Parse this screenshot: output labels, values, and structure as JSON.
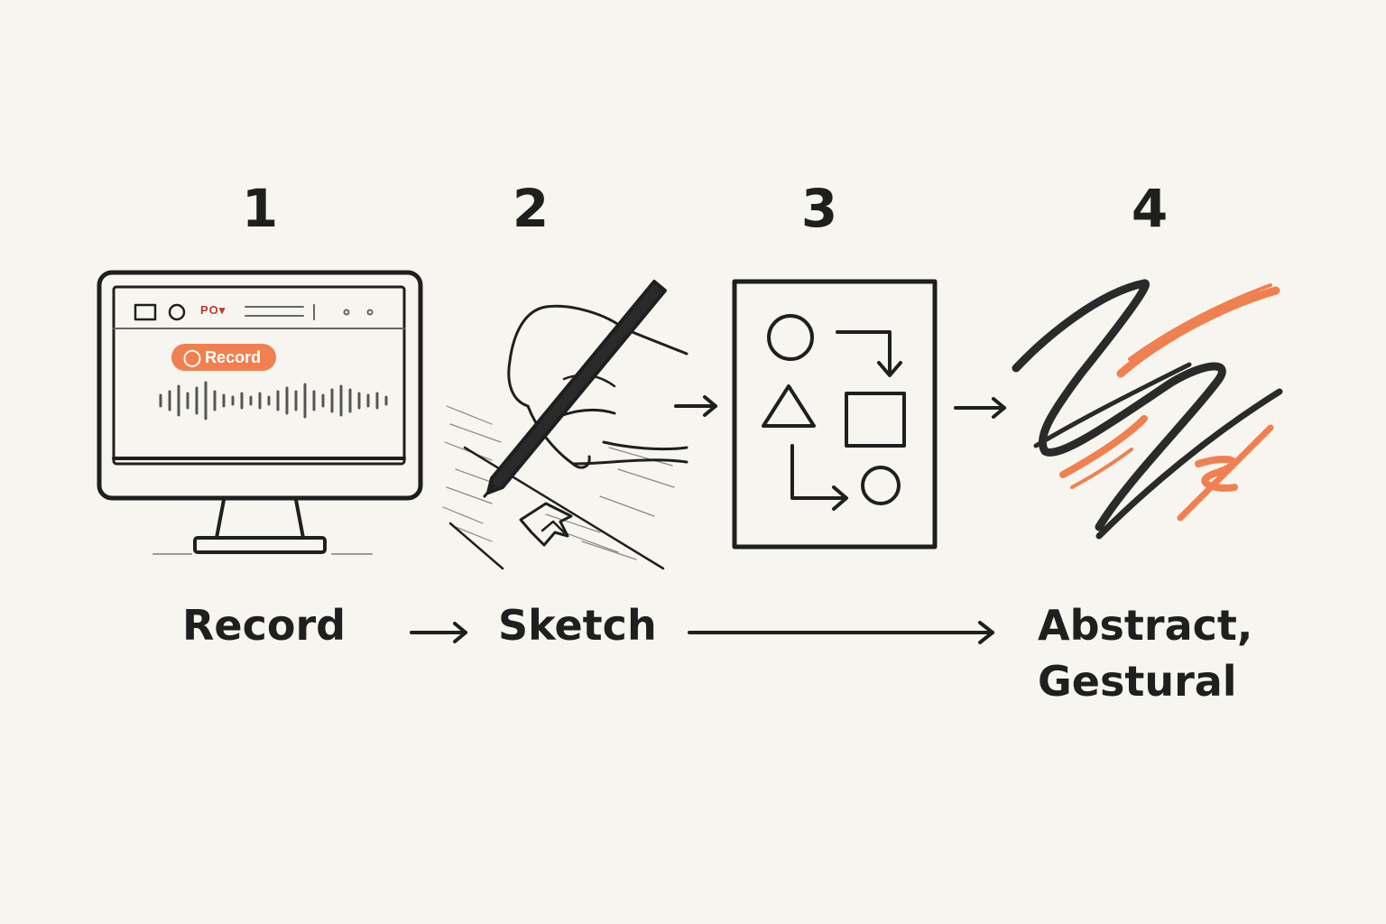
{
  "steps": [
    {
      "number": "1",
      "label": "Record",
      "icon": "monitor-recording-icon"
    },
    {
      "number": "2",
      "label": "Sketch",
      "icon": "hand-sketching-icon"
    },
    {
      "number": "3",
      "label": "",
      "icon": "shapes-diagram-icon"
    },
    {
      "number": "4",
      "label_line1": "Abstract,",
      "label_line2": "Gestural",
      "icon": "gestural-strokes-icon"
    }
  ],
  "monitor": {
    "record_button": "Record",
    "menu_text": "PO▾"
  },
  "colors": {
    "background": "#f7f5ef",
    "ink": "#1f1f1f",
    "accent": "#f08050"
  }
}
